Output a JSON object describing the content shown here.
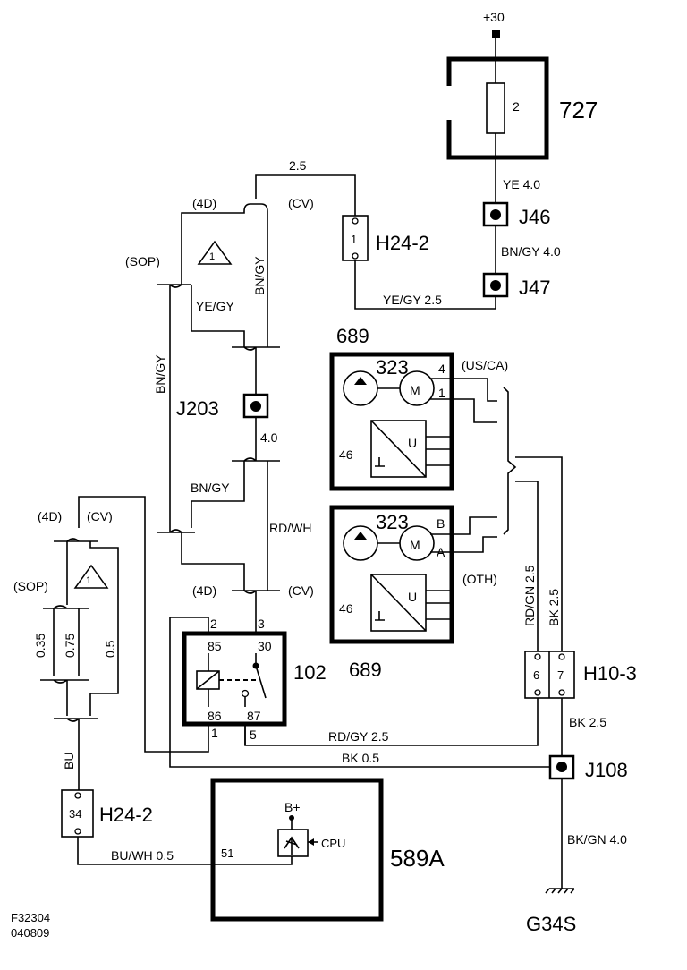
{
  "supply": "+30",
  "fuse_box": {
    "id": "727",
    "fuse": "2"
  },
  "connectors": {
    "j46": "J46",
    "j47": "J47",
    "j203": "J203",
    "j108": "J108",
    "h24_top": "H24-2",
    "h24_top_pin": "1",
    "h24_bot": "H24-2",
    "h24_bot_pin": "34",
    "h10": "H10-3",
    "h10_pin_a": "6",
    "h10_pin_b": "7"
  },
  "wires": {
    "ye_40": "YE  4.0",
    "bngy_40": "BN/GY  4.0",
    "yegy_25": "YE/GY  2.5",
    "w25_top": "2.5",
    "bngy_v1": "BN/GY",
    "yegy_v": "YE/GY",
    "bngy_v2": "BN/GY",
    "w40_mid": "4.0",
    "bngy_h": "BN/GY",
    "rdwh": "RD/WH",
    "rdgn_25": "RD/GN  2.5",
    "bk_25_v": "BK  2.5",
    "bk_25_h": "BK 2.5",
    "rdgy_25": "RD/GY  2.5",
    "bk_05": "BK  0.5",
    "bkgn_40": "BK/GN  4.0",
    "bu": "BU",
    "buwh_05": "BU/WH  0.5",
    "w035": "0.35",
    "w075": "0.75",
    "w05": "0.5"
  },
  "variants": {
    "d4_a": "(4D)",
    "cv_a": "(CV)",
    "sop_a": "(SOP)",
    "d4_b": "(4D)",
    "cv_b": "(CV)",
    "sop_b": "(SOP)",
    "d4_c": "(4D)",
    "cv_c": "(CV)",
    "usca": "(US/CA)",
    "oth": "(OTH)",
    "note": "1"
  },
  "pump_top": {
    "id": "689",
    "pump": "323",
    "motor": "M",
    "pin4": "4",
    "pin1": "1",
    "ctrl": "46",
    "u": "U"
  },
  "pump_bot": {
    "id": "689",
    "pump": "323",
    "motor": "M",
    "pinB": "B",
    "pinA": "A",
    "ctrl": "46",
    "u": "U"
  },
  "relay": {
    "id": "102",
    "p85": "85",
    "p30": "30",
    "p86": "86",
    "p87": "87",
    "c2": "2",
    "c3": "3",
    "c1": "1",
    "c5": "5"
  },
  "ecu": {
    "id": "589A",
    "bplus": "B+",
    "cpu": "CPU",
    "pin51": "51"
  },
  "ground": "G34S",
  "footer": {
    "code": "F32304",
    "date": "040809"
  }
}
